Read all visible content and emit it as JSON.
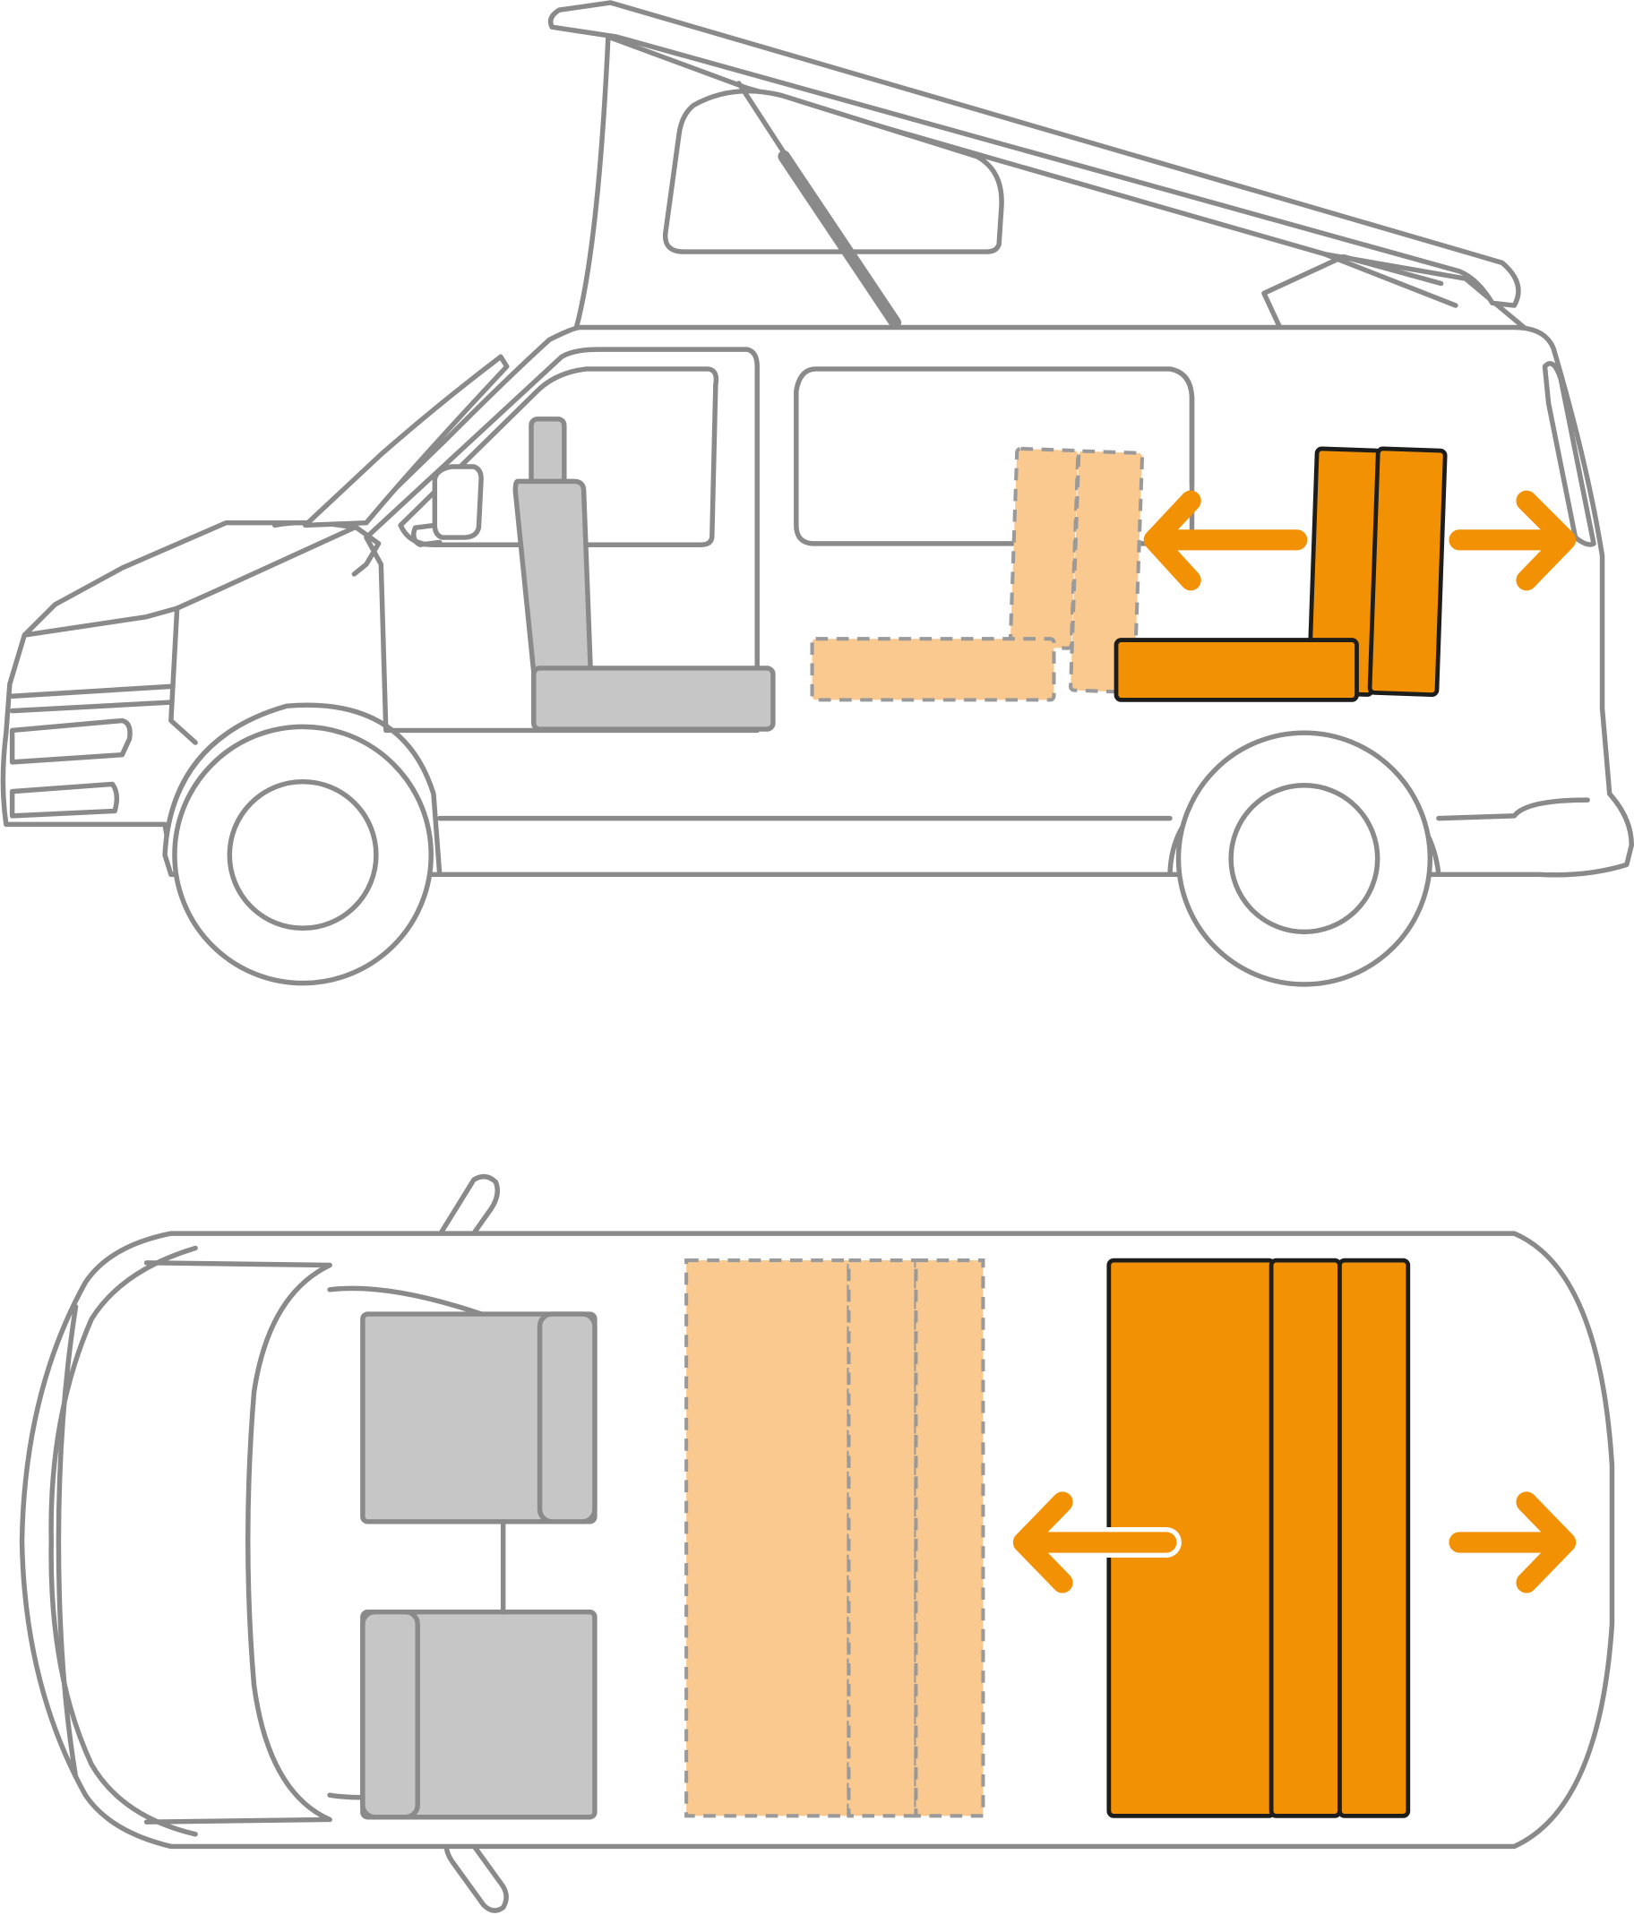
{
  "colors": {
    "active_bench": "#f29104",
    "ghost_bench": "#f9c990",
    "front_seat": "#c6c6c6",
    "arrow": "#f29104",
    "outline": "#8a8a8a"
  },
  "views": [
    {
      "name": "side-view",
      "content": "van-with-pop-up-roof"
    },
    {
      "name": "top-view",
      "content": "van-plan"
    }
  ],
  "icons": [
    "arrow-left-icon",
    "arrow-right-icon"
  ]
}
